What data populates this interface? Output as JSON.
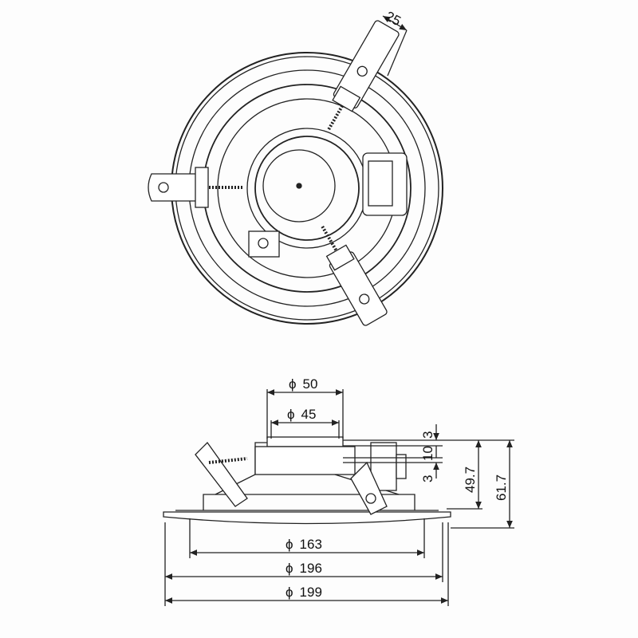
{
  "top_view": {
    "clip_width_label": "25"
  },
  "side_view": {
    "horizontal_dims": [
      {
        "symbol": "ϕ",
        "value": "50"
      },
      {
        "symbol": "ϕ",
        "value": "45"
      },
      {
        "symbol": "ϕ",
        "value": "163"
      },
      {
        "symbol": "ϕ",
        "value": "196"
      },
      {
        "symbol": "ϕ",
        "value": "199"
      }
    ],
    "vertical_dims": {
      "top_gap": "3",
      "magnet_height": "10",
      "bottom_gap": "3",
      "depth_inner": "49.7",
      "depth_total": "61.7"
    }
  },
  "colors": {
    "line": "#222222",
    "paper": "#fdfdfd"
  }
}
